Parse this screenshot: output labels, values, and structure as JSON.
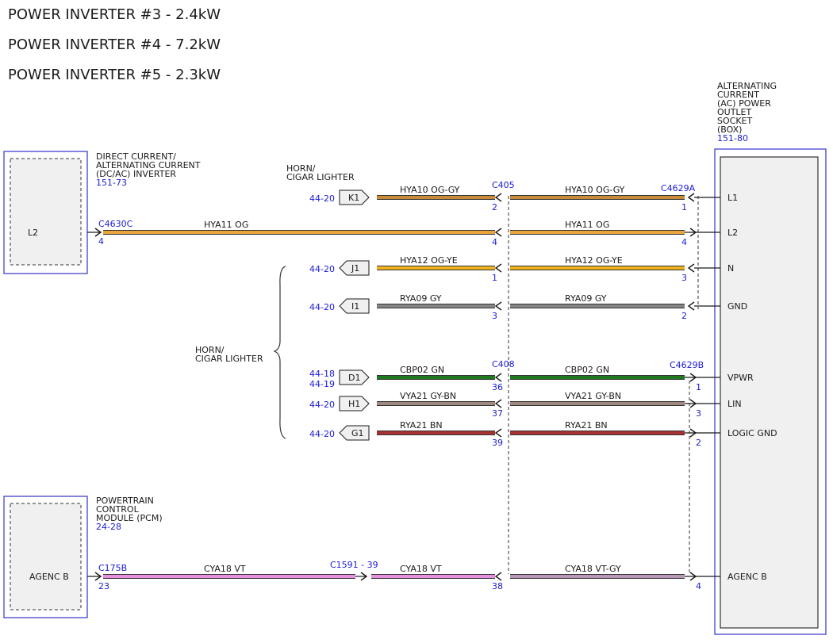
{
  "titles": [
    "POWER INVERTER #3 - 2.4kW",
    "POWER INVERTER #4 - 7.2kW",
    "POWER INVERTER #5 - 2.3kW"
  ],
  "dcac": {
    "name_lines": [
      "DIRECT CURRENT/",
      "ALTERNATING CURRENT",
      "(DC/AC) INVERTER"
    ],
    "ref": "151-73",
    "pin_label": "L2"
  },
  "pcm": {
    "name_lines": [
      "POWERTRAIN",
      "CONTROL",
      "MODULE (PCM)"
    ],
    "ref": "24-28",
    "pin_label": "AGENC B"
  },
  "socket": {
    "name_lines": [
      "ALTERNATING",
      "CURRENT",
      "(AC) POWER",
      "OUTLET",
      "SOCKET",
      "(BOX)"
    ],
    "ref": "151-80",
    "pins": [
      "L1",
      "L2",
      "N",
      "GND",
      "VPWR",
      "LIN",
      "LOGIC GND",
      "AGENC B"
    ]
  },
  "horn_top": [
    "HORN/",
    "CIGAR LIGHTER"
  ],
  "horn_mid": [
    "HORN/",
    "CIGAR LIGHTER"
  ],
  "connectors": {
    "c405": "C405",
    "c408": "C408",
    "c4629a": "C4629A",
    "c4629b": "C4629B",
    "c4630c": "C4630C",
    "c4630c_pin": "4",
    "c175b": "C175B",
    "c175b_pin": "23",
    "c1591": "C1591 - 39"
  },
  "colors": {
    "OG": "#e8a33a",
    "OG-GY": "#c98a3a",
    "OG-YE": "#f0b21f",
    "GY": "#858585",
    "GN": "#1f7a1f",
    "GY-BN": "#a08a80",
    "BN": "#a83232",
    "VT": "#e890e0",
    "VT-GY": "#b898b8"
  },
  "wires": [
    {
      "ref": "44-20",
      "tag": "K1",
      "dir": "right",
      "circuit": "HYA10",
      "color": "OG-GY",
      "mid_pin": "2",
      "right_circuit": "HYA10",
      "right_color": "OG-GY",
      "end_pin": "1"
    },
    {
      "ref": "",
      "tag": "",
      "dir": "",
      "circuit": "HYA11",
      "color": "OG",
      "mid_pin": "4",
      "right_circuit": "HYA11",
      "right_color": "OG",
      "end_pin": "4"
    },
    {
      "ref": "44-20",
      "tag": "J1",
      "dir": "left",
      "circuit": "HYA12",
      "color": "OG-YE",
      "mid_pin": "1",
      "right_circuit": "HYA12",
      "right_color": "OG-YE",
      "end_pin": "3"
    },
    {
      "ref": "44-20",
      "tag": "I1",
      "dir": "left",
      "circuit": "RYA09",
      "color": "GY",
      "mid_pin": "3",
      "right_circuit": "RYA09",
      "right_color": "GY",
      "end_pin": "2"
    },
    {
      "ref": "44-18",
      "ref2": "44-19",
      "tag": "D1",
      "dir": "right",
      "circuit": "CBP02",
      "color": "GN",
      "mid_pin": "36",
      "right_circuit": "CBP02",
      "right_color": "GN",
      "end_pin": "1"
    },
    {
      "ref": "44-20",
      "tag": "H1",
      "dir": "right",
      "circuit": "VYA21",
      "color": "GY-BN",
      "mid_pin": "37",
      "right_circuit": "VYA21",
      "right_color": "GY-BN",
      "end_pin": "3"
    },
    {
      "ref": "44-20",
      "tag": "G1",
      "dir": "left",
      "circuit": "RYA21",
      "color": "BN",
      "mid_pin": "39",
      "right_circuit": "RYA21",
      "right_color": "BN",
      "end_pin": "2"
    },
    {
      "ref": "",
      "tag": "",
      "dir": "",
      "circuit": "CYA18",
      "color": "VT",
      "mid_circuit": "CYA18",
      "mid_color": "VT",
      "mid_pin": "38",
      "right_circuit": "CYA18",
      "right_color": "VT-GY",
      "end_pin": "4"
    }
  ]
}
